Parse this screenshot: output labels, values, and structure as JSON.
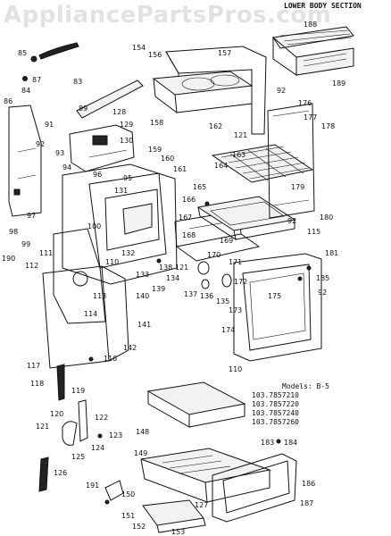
{
  "watermark": "AppliancePartsPros.com",
  "section_title": "LOWER BODY SECTION",
  "models": {
    "heading": "Models: B-5",
    "list": [
      "103.7857210",
      "103.7857220",
      "103.7857240",
      "103.7857260"
    ]
  },
  "callouts": [
    {
      "id": "85"
    },
    {
      "id": "154"
    },
    {
      "id": "156"
    },
    {
      "id": "157"
    },
    {
      "id": "188"
    },
    {
      "id": "189"
    },
    {
      "id": "87"
    },
    {
      "id": "83"
    },
    {
      "id": "84"
    },
    {
      "id": "86"
    },
    {
      "id": "89"
    },
    {
      "id": "128"
    },
    {
      "id": "91"
    },
    {
      "id": "129"
    },
    {
      "id": "92"
    },
    {
      "id": "158"
    },
    {
      "id": "162"
    },
    {
      "id": "121"
    },
    {
      "id": "176"
    },
    {
      "id": "177"
    },
    {
      "id": "178"
    },
    {
      "id": "130"
    },
    {
      "id": "159"
    },
    {
      "id": "160"
    },
    {
      "id": "163"
    },
    {
      "id": "164"
    },
    {
      "id": "93"
    },
    {
      "id": "94"
    },
    {
      "id": "95"
    },
    {
      "id": "161"
    },
    {
      "id": "131"
    },
    {
      "id": "165"
    },
    {
      "id": "166"
    },
    {
      "id": "179"
    },
    {
      "id": "167"
    },
    {
      "id": "180"
    },
    {
      "id": "97"
    },
    {
      "id": "100"
    },
    {
      "id": "98"
    },
    {
      "id": "99"
    },
    {
      "id": "168"
    },
    {
      "id": "169"
    },
    {
      "id": "115"
    },
    {
      "id": "190"
    },
    {
      "id": "110"
    },
    {
      "id": "132"
    },
    {
      "id": "138"
    },
    {
      "id": "121"
    },
    {
      "id": "170"
    },
    {
      "id": "171"
    },
    {
      "id": "181"
    },
    {
      "id": "112"
    },
    {
      "id": "133"
    },
    {
      "id": "139"
    },
    {
      "id": "134"
    },
    {
      "id": "172"
    },
    {
      "id": "175"
    },
    {
      "id": "137"
    },
    {
      "id": "136"
    },
    {
      "id": "135"
    },
    {
      "id": "173"
    },
    {
      "id": "140"
    },
    {
      "id": "114"
    },
    {
      "id": "141"
    },
    {
      "id": "174"
    },
    {
      "id": "142"
    },
    {
      "id": "185"
    },
    {
      "id": "116"
    },
    {
      "id": "117"
    },
    {
      "id": "110"
    },
    {
      "id": "118"
    },
    {
      "id": "119"
    },
    {
      "id": "120"
    },
    {
      "id": "122"
    },
    {
      "id": "121"
    },
    {
      "id": "123"
    },
    {
      "id": "124"
    },
    {
      "id": "148"
    },
    {
      "id": "125"
    },
    {
      "id": "126"
    },
    {
      "id": "183"
    },
    {
      "id": "184"
    },
    {
      "id": "149"
    },
    {
      "id": "191"
    },
    {
      "id": "186"
    },
    {
      "id": "150"
    },
    {
      "id": "151"
    },
    {
      "id": "127"
    },
    {
      "id": "152"
    },
    {
      "id": "153"
    },
    {
      "id": "187"
    },
    {
      "id": "92"
    },
    {
      "id": "92"
    },
    {
      "id": "92"
    },
    {
      "id": "113"
    },
    {
      "id": "111"
    },
    {
      "id": "96"
    }
  ]
}
